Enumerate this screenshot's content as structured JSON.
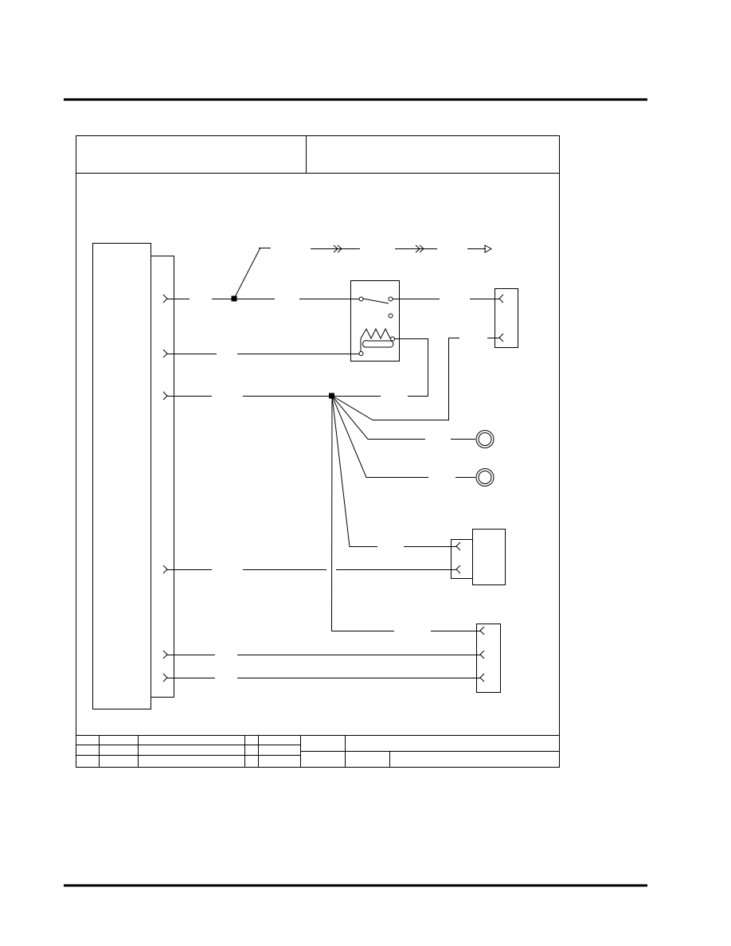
{
  "colors": {
    "line": "#000000",
    "background": "#ffffff"
  },
  "icons": {
    "header_rule": "horizontal-rule",
    "footer_rule": "horizontal-rule",
    "connector": "connector-pin-symbol",
    "splice": "splice-node",
    "relay": "relay-switch-symbol",
    "heater": "heater-coil-symbol",
    "lamp": "indicator-lamp-symbol",
    "legend_double_arrow": "double-chevron-arrow",
    "legend_open_arrow": "open-triangle-arrow"
  }
}
